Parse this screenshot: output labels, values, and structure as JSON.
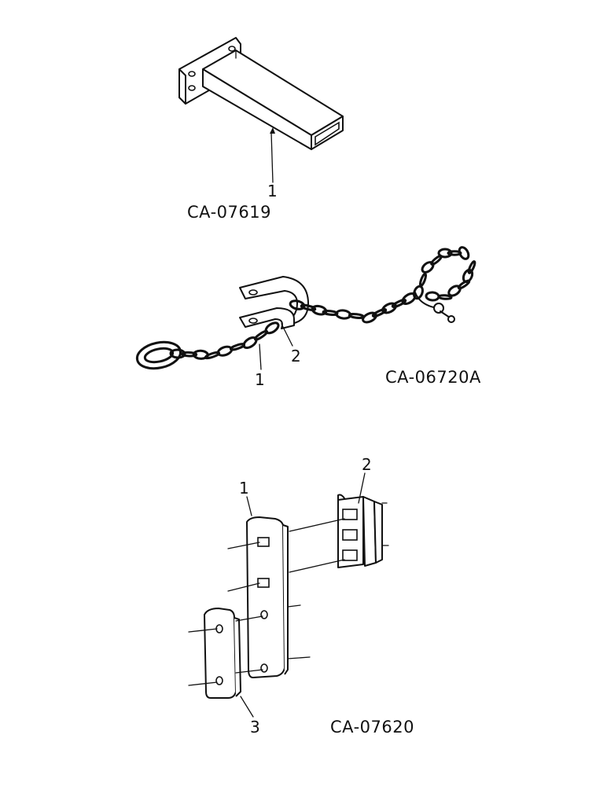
{
  "figures": [
    {
      "code": "CA-07619",
      "callouts": [
        "1"
      ]
    },
    {
      "code": "CA-06720A",
      "callouts": [
        "1",
        "2"
      ]
    },
    {
      "code": "CA-07620",
      "callouts": [
        "1",
        "2",
        "3"
      ]
    }
  ]
}
